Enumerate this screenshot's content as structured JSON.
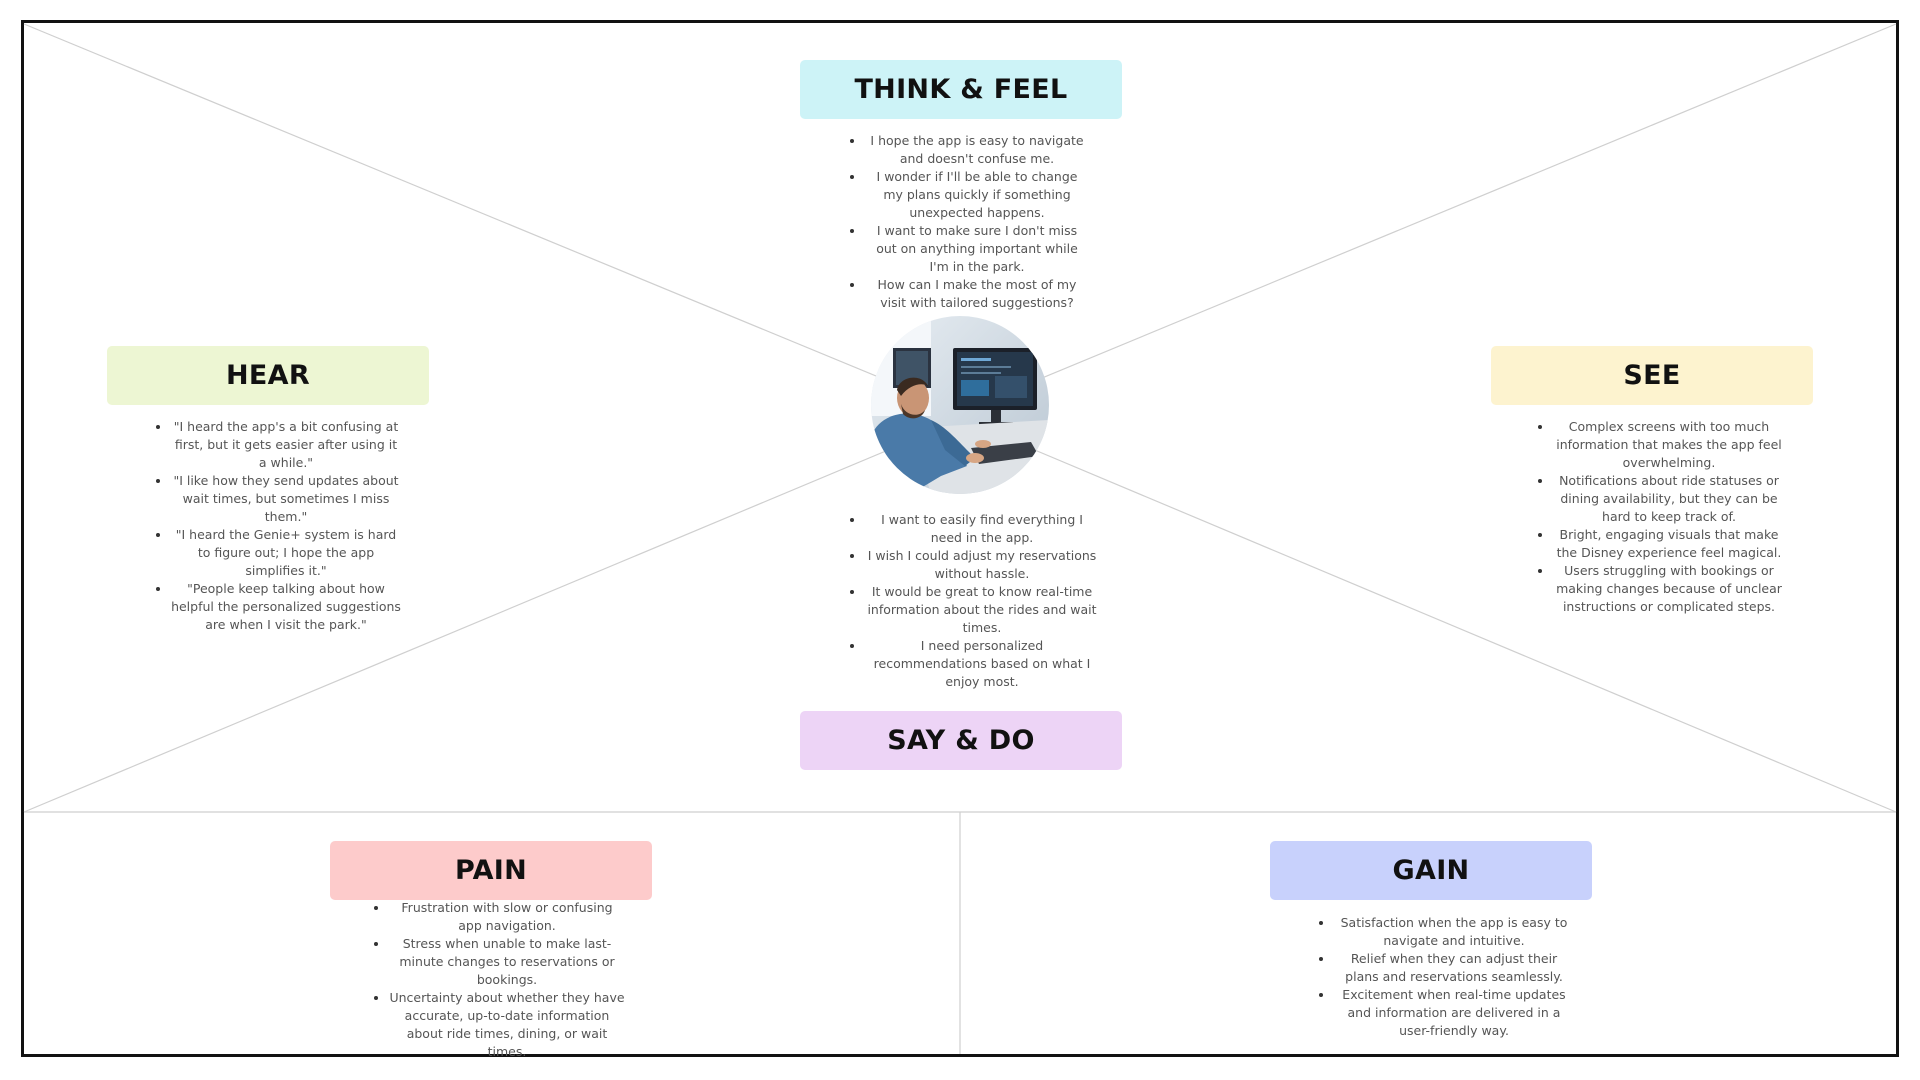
{
  "sections": {
    "think_feel": {
      "title": "THINK & FEEL",
      "color": "#CDF3F7",
      "items": [
        "I hope the app is easy to navigate and doesn't confuse me.",
        "I wonder if I'll be able to change my plans quickly if something unexpected happens.",
        "I want to make sure I don't miss out on anything important while I'm in the park.",
        "How can I make the most of my visit with tailored suggestions?"
      ]
    },
    "hear": {
      "title": "HEAR",
      "color": "#EDF6D3",
      "items": [
        "\"I heard the app's a bit confusing at first, but it gets easier after using it a while.\"",
        "\"I like how they send updates about wait times, but sometimes I miss them.\"",
        "\"I heard the Genie+ system is hard to figure out; I hope the app simplifies it.\"",
        "\"People keep talking about how helpful the personalized suggestions are when I visit the park.\""
      ]
    },
    "see": {
      "title": "SEE",
      "color": "#FDF3CF",
      "items": [
        "Complex screens with too much information that makes the app feel overwhelming.",
        "Notifications about ride statuses or dining availability, but they can be hard to keep track of.",
        "Bright, engaging visuals that make the Disney experience feel magical.",
        "Users struggling with bookings or making changes because of unclear instructions or complicated steps."
      ]
    },
    "say_do": {
      "title": "SAY & DO",
      "color": "#EDD4F6",
      "items": [
        "I want to easily find everything I need in the app.",
        "I wish I could adjust my reservations without hassle.",
        "It would be great to know real-time information about the rides and wait times.",
        "I need personalized recommendations based on what I enjoy most."
      ]
    },
    "pain": {
      "title": "PAIN",
      "color": "#FDCBCB",
      "items": [
        "Frustration with slow or confusing app navigation.",
        "Stress when unable to make last-minute changes to reservations or bookings.",
        "Uncertainty about whether they have accurate, up-to-date information about ride times, dining, or wait times."
      ]
    },
    "gain": {
      "title": "GAIN",
      "color": "#C8D1FC",
      "items": [
        "Satisfaction when the app is easy to navigate and intuitive.",
        "Relief when they can adjust their plans and reservations seamlessly.",
        "Excitement when real-time updates and information are delivered in a user-friendly way."
      ]
    }
  },
  "avatar": {
    "icon": "person-at-computer-photo"
  }
}
